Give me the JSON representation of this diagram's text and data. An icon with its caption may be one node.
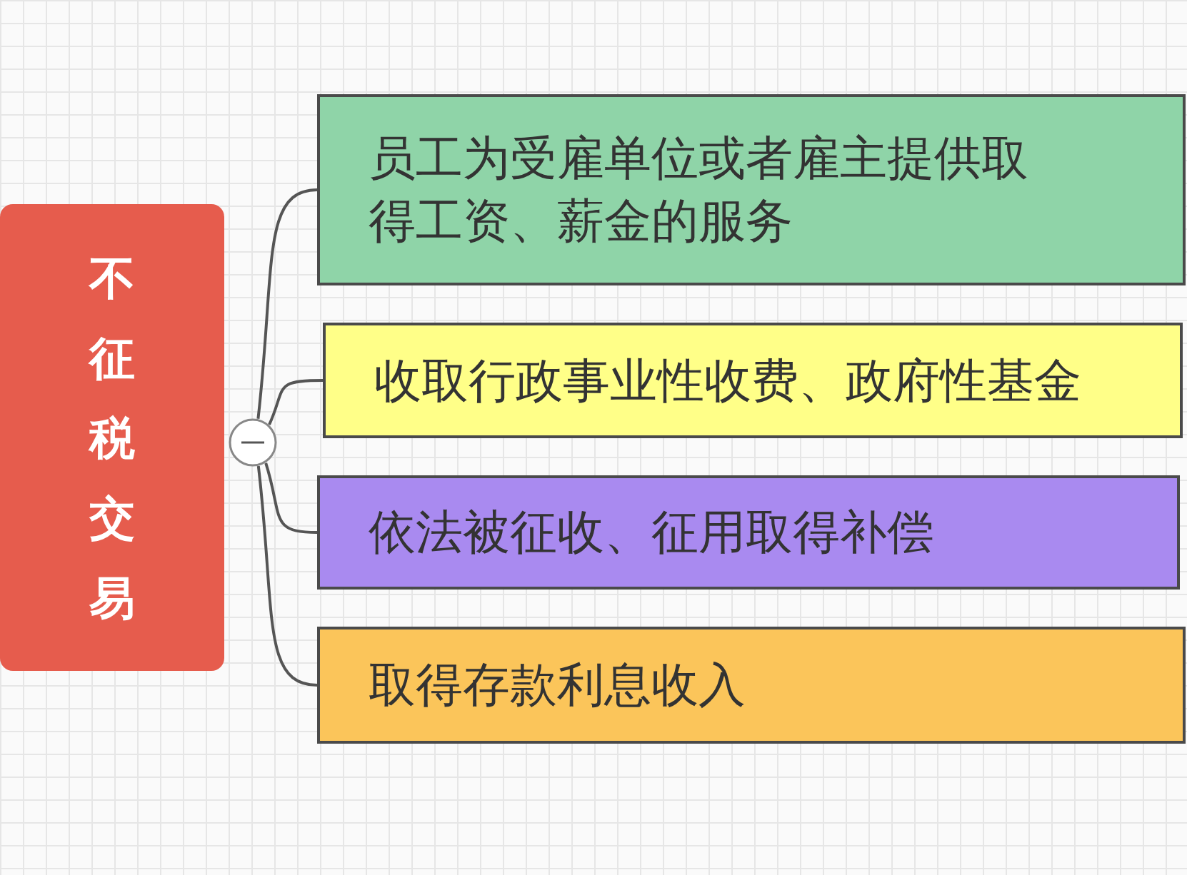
{
  "diagram": {
    "nodes": [
      {
        "text": [
          "不征税交易"
        ]
      },
      {
        "text": [],
        "shape": "circle"
      },
      {
        "text": [
          "员工为受雇单位或者雇主提供取得工资、薪金的服务"
        ]
      },
      {
        "text": [
          "收取行政事业性收费、政府性基金"
        ]
      },
      {
        "text": [
          "依法被征收、征用取得补偿"
        ]
      },
      {
        "text": [
          "取得存款利息收入"
        ]
      }
    ],
    "edges": [
      {
        "from": 1,
        "to": 2,
        "arrow": "none"
      },
      {
        "from": 1,
        "to": 3,
        "arrow": "none"
      },
      {
        "from": 1,
        "to": 4,
        "arrow": "none"
      },
      {
        "from": 1,
        "to": 5,
        "arrow": "none"
      }
    ]
  }
}
